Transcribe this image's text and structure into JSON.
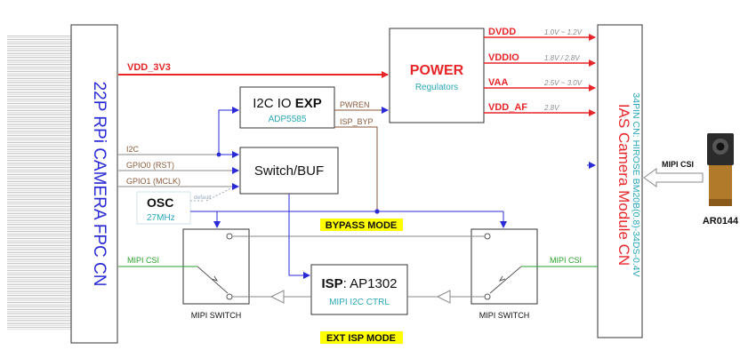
{
  "connectors": {
    "rpi": "22P RPi CAMERA FPC CN",
    "ias_title": "IAS Camera Module CN",
    "ias_sub": "34PIN CN: HIROSE BM20B(0.8)-34DS-0.4V"
  },
  "blocks": {
    "power": {
      "title": "POWER",
      "sub": "Regulators"
    },
    "ioexp": {
      "title_a": "I2C IO ",
      "title_b": "EXP",
      "sub": "ADP5585"
    },
    "switch": {
      "title": "Switch/BUF"
    },
    "osc": {
      "title": "OSC",
      "sub": "27MHz",
      "tag": "default"
    },
    "isp": {
      "title_a": "ISP",
      "title_b": ": AP1302",
      "sub": "MIPI I2C CTRL"
    },
    "mipi_left": {
      "label": "MIPI SWITCH"
    },
    "mipi_right": {
      "label": "MIPI SWITCH"
    }
  },
  "rails": [
    {
      "name": "DVDD",
      "range": "1.0V ~ 1.2V"
    },
    {
      "name": "VDDIO",
      "range": "1.8V / 2.8V"
    },
    {
      "name": "VAA",
      "range": "2.5V ~ 3.0V"
    },
    {
      "name": "VDD_AF",
      "range": "2.8V"
    }
  ],
  "signals": {
    "vdd_3v3": "VDD_3V3",
    "pwren": "PWREN",
    "isp_byp": "ISP_BYP",
    "i2c": "I2C",
    "gpio0": "GPIO0 (RST)",
    "gpio1": "GPIO1 (MCLK)",
    "mipi_csi_left": "MIPI CSI",
    "mipi_csi_right": "MIPI CSI",
    "mipi_csi_sensor": "MIPI CSI"
  },
  "modes": {
    "bypass": "BYPASS MODE",
    "ext_isp": "EXT ISP MODE"
  },
  "sensor": {
    "label": "AR0144"
  },
  "colors": {
    "power_red": "#e8262a",
    "signal_blue": "#2a2ad6",
    "label_cyan": "#2aa8b8",
    "gpio_brown": "#8a5a3a",
    "mipi_green": "#2aa12a",
    "mode_highlight": "#ffff00"
  }
}
